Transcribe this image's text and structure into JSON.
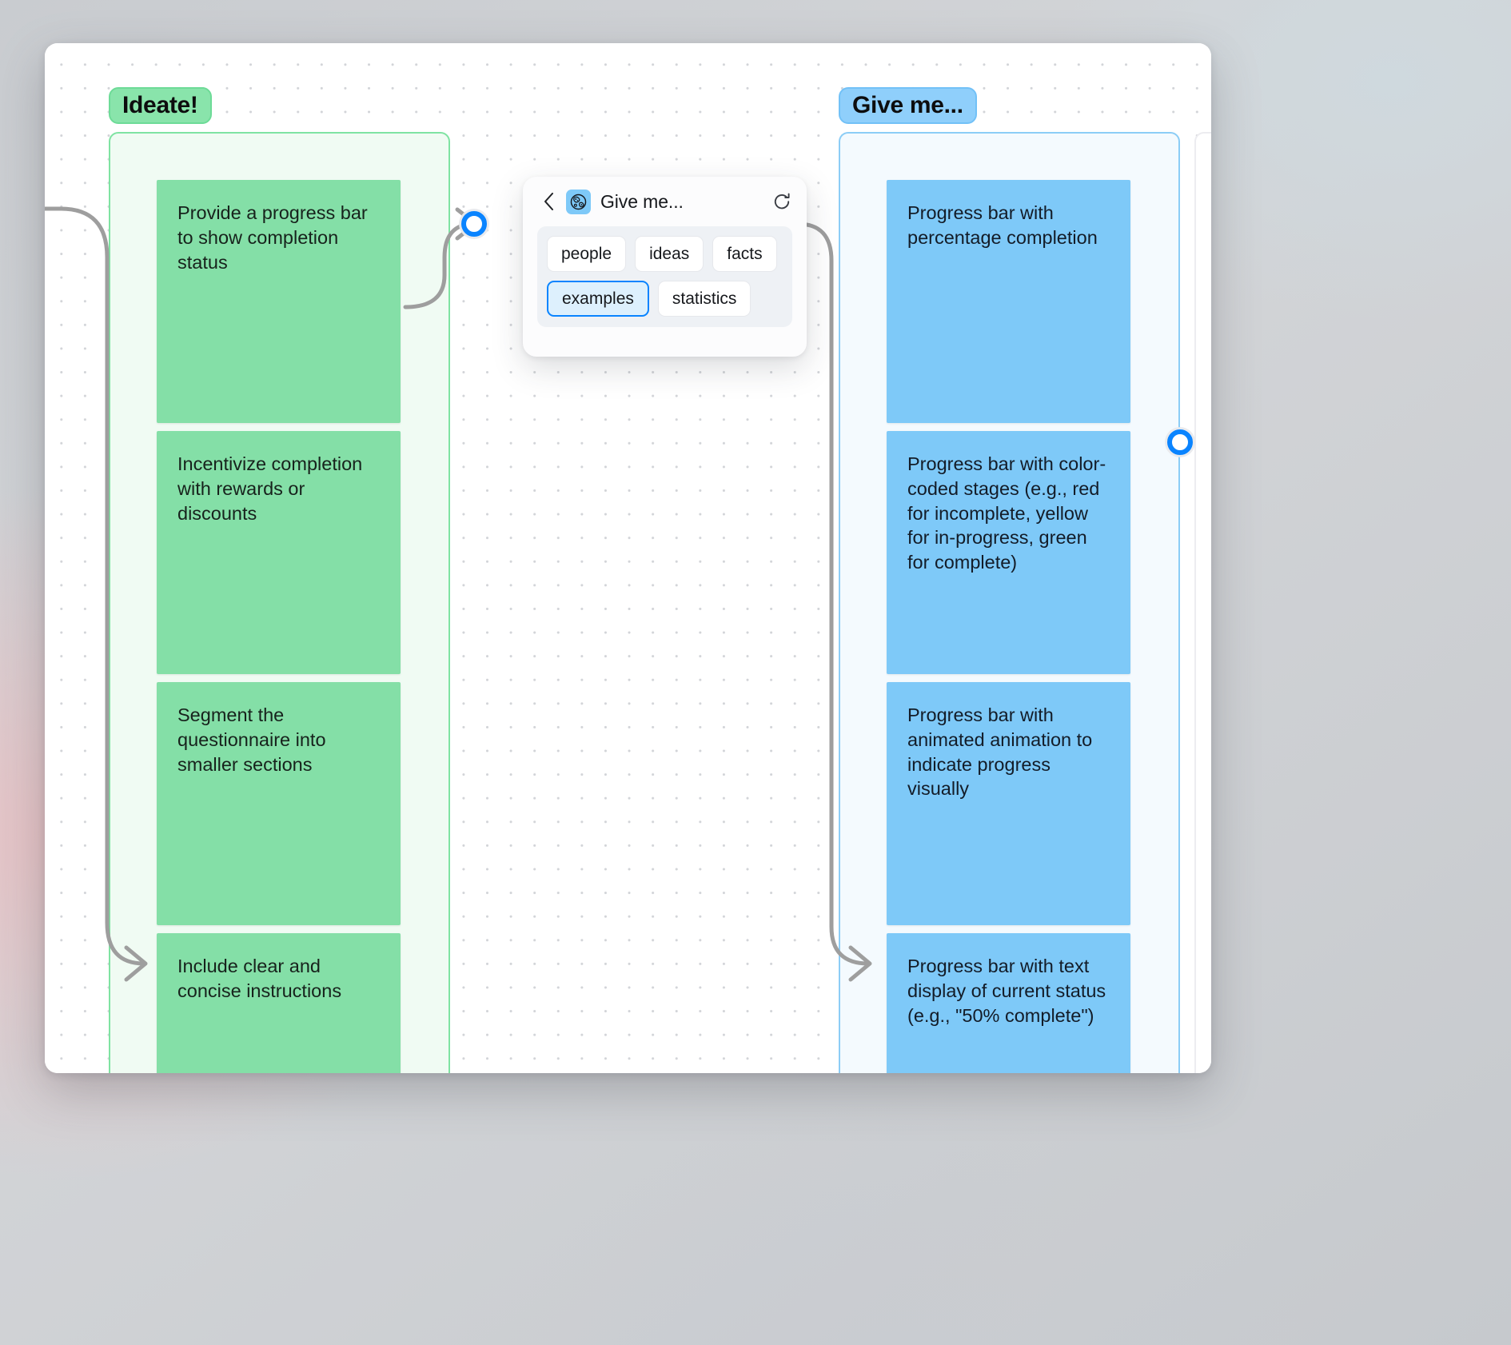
{
  "board": {
    "columns": [
      {
        "id": "ideate",
        "title": "Ideate!",
        "accent": "#84dfa7",
        "cards": [
          "Provide a progress bar to show completion status",
          "Incentivize completion with rewards or discounts",
          "Segment the questionnaire into smaller sections",
          "Include clear and concise instructions"
        ]
      },
      {
        "id": "give-me",
        "title": "Give me...",
        "accent": "#7ec9f8",
        "cards": [
          "Progress bar with percentage completion",
          "Progress bar with color-coded stages (e.g., red for incomplete, yellow for in-progress, green for complete)",
          "Progress bar with animated animation to indicate progress visually",
          "Progress bar with text display of current status (e.g., \"50% complete\")"
        ]
      }
    ]
  },
  "popup": {
    "title": "Give me...",
    "back_icon": "chevron-left-icon",
    "app_icon": "brain-icon",
    "refresh_icon": "refresh-icon",
    "chips": [
      {
        "label": "people",
        "selected": false
      },
      {
        "label": "ideas",
        "selected": false
      },
      {
        "label": "facts",
        "selected": false
      },
      {
        "label": "examples",
        "selected": true
      },
      {
        "label": "statistics",
        "selected": false
      }
    ]
  },
  "colors": {
    "accent_blue": "#0a84ff",
    "green_card": "#84dfa7",
    "blue_card": "#7ec9f8",
    "green_column_bg": "#f0fbf3",
    "blue_column_bg": "#f4fafe",
    "connector_gray": "#9e9e9e"
  },
  "ports": {
    "popup_input": "connector-port-input",
    "popup_output": "connector-port-output",
    "blue_column_output": "connector-port-blue-column"
  }
}
